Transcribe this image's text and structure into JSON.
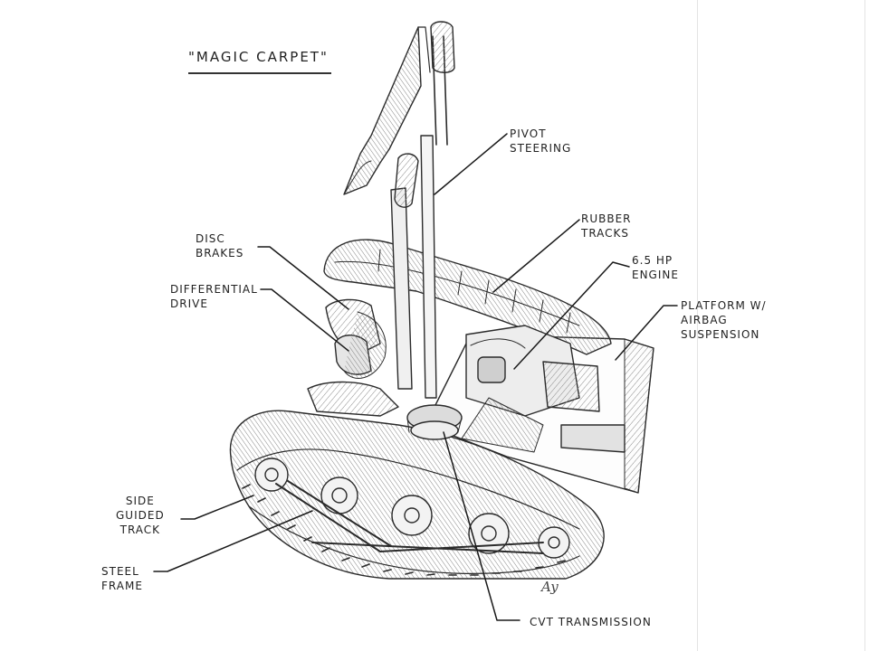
{
  "title": "\"MAGIC CARPET\"",
  "labels": {
    "pivot_steering": [
      "PIVOT",
      "STEERING"
    ],
    "rubber_tracks": [
      "RUBBER",
      "TRACKS"
    ],
    "engine": [
      "6.5 HP",
      "ENGINE"
    ],
    "platform": [
      "PLATFORM W/",
      "AIRBAG",
      "SUSPENSION"
    ],
    "disc_brakes": [
      "DISC",
      "BRAKES"
    ],
    "differential_drive": [
      "DIFFERENTIAL",
      "DRIVE"
    ],
    "side_guided_track": [
      "SIDE",
      "GUIDED",
      "TRACK"
    ],
    "steel_frame": [
      "STEEL",
      "FRAME"
    ],
    "cvt_transmission": "CVT TRANSMISSION"
  },
  "signature": "Ay"
}
